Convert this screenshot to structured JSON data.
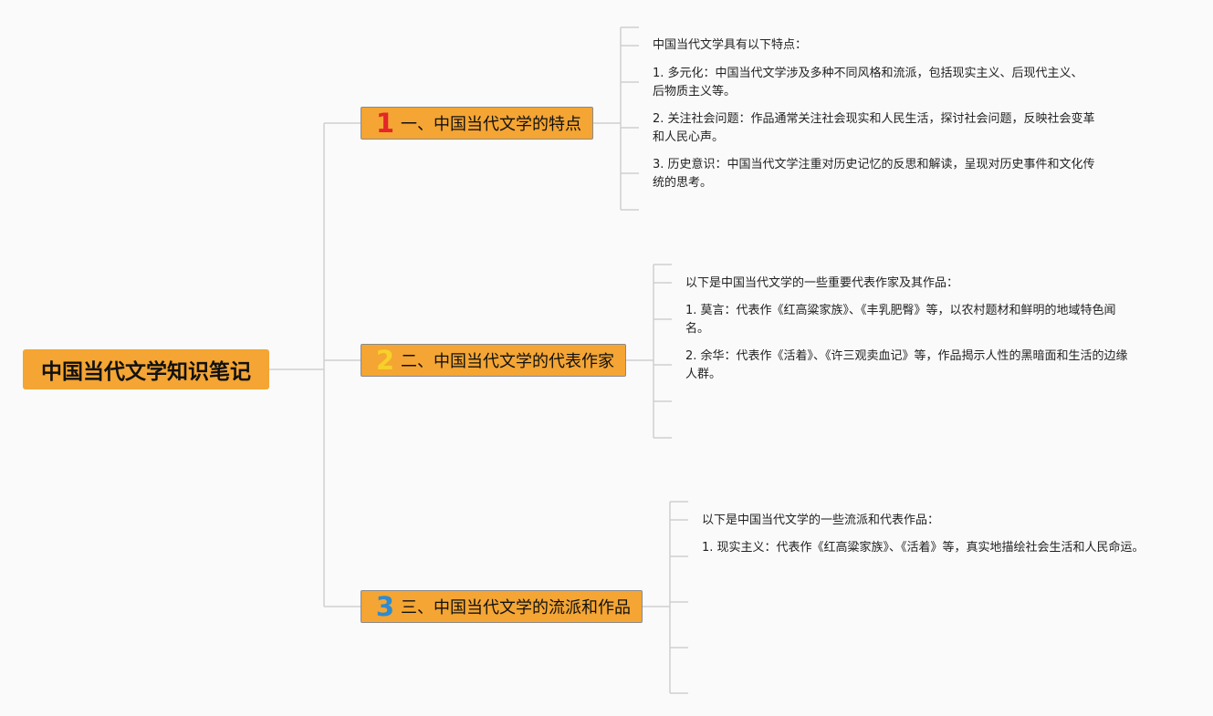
{
  "root": {
    "title": "中国当代文学知识笔记"
  },
  "branches": [
    {
      "number": "1",
      "title": "一、中国当代文学的特点",
      "number_color": "#e3262a",
      "items": [
        "中国当代文学具有以下特点：",
        "1. 多元化：中国当代文学涉及多种不同风格和流派，包括现实主义、后现代主义、后物质主义等。",
        "2. 关注社会问题：作品通常关注社会现实和人民生活，探讨社会问题，反映社会变革和人民心声。",
        "3. 历史意识：中国当代文学注重对历史记忆的反思和解读，呈现对历史事件和文化传统的思考。"
      ]
    },
    {
      "number": "2",
      "title": "二、中国当代文学的代表作家",
      "number_color": "#f7d02a",
      "items": [
        "以下是中国当代文学的一些重要代表作家及其作品：",
        "1. 莫言：代表作《红高粱家族》、《丰乳肥臀》等，以农村题材和鲜明的地域特色闻名。",
        "2. 余华：代表作《活着》、《许三观卖血记》等，作品揭示人性的黑暗面和生活的边缘人群。"
      ]
    },
    {
      "number": "3",
      "title": "三、中国当代文学的流派和作品",
      "number_color": "#2d8bd0",
      "items": [
        "以下是中国当代文学的一些流派和代表作品：",
        "1. 现实主义：代表作《红高粱家族》、《活着》等，真实地描绘社会生活和人民命运。"
      ]
    }
  ],
  "colors": {
    "node_fill": "#f4a533",
    "connector": "#d0d0d0",
    "background": "#fafafa"
  }
}
